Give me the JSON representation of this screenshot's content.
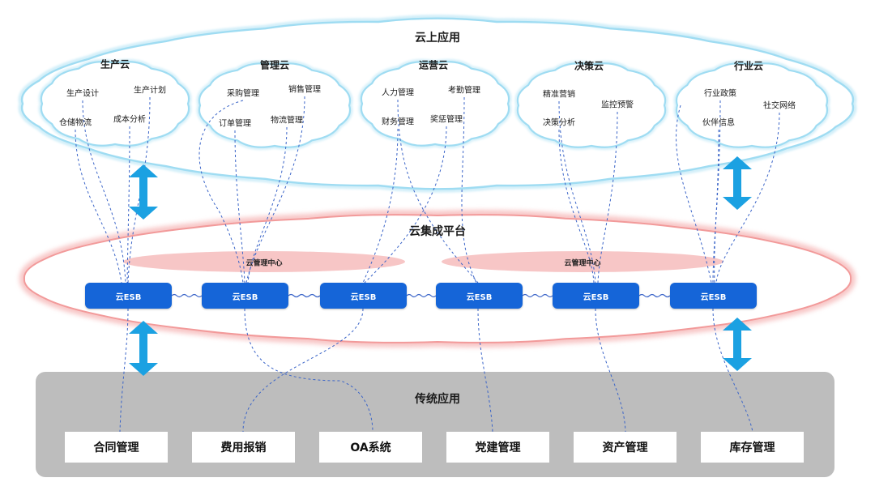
{
  "top_layer": {
    "title": "云上应用",
    "clouds": [
      {
        "name": "生产云",
        "items": [
          "生产设计",
          "生产计划",
          "仓储物流",
          "成本分析"
        ]
      },
      {
        "name": "管理云",
        "items": [
          "采购管理",
          "销售管理",
          "订单管理",
          "物流管理"
        ]
      },
      {
        "name": "运营云",
        "items": [
          "人力管理",
          "考勤管理",
          "财务管理",
          "奖惩管理"
        ]
      },
      {
        "name": "决策云",
        "items": [
          "精准营销",
          "监控预警",
          "决策分析"
        ]
      },
      {
        "name": "行业云",
        "items": [
          "行业政策",
          "社交网络",
          "伙伴信息"
        ]
      }
    ]
  },
  "middle_layer": {
    "title": "云集成平台",
    "centers": [
      "云管理中心",
      "云管理中心"
    ],
    "esb_nodes": [
      "云ESB",
      "云ESB",
      "云ESB",
      "云ESB",
      "云ESB",
      "云ESB"
    ]
  },
  "bottom_layer": {
    "title": "传统应用",
    "apps": [
      "合同管理",
      "费用报销",
      "OA系统",
      "党建管理",
      "资产管理",
      "库存管理"
    ]
  },
  "colors": {
    "top_cloud_outline": "#9fdcf2",
    "platform_cloud_outline": "#f29a9a",
    "management_center": "#f7c6c6",
    "esb": "#1565d8",
    "arrow": "#1ba1e2",
    "traditional_panel": "#bdbdbd",
    "dashed_line": "#3a64c8"
  }
}
